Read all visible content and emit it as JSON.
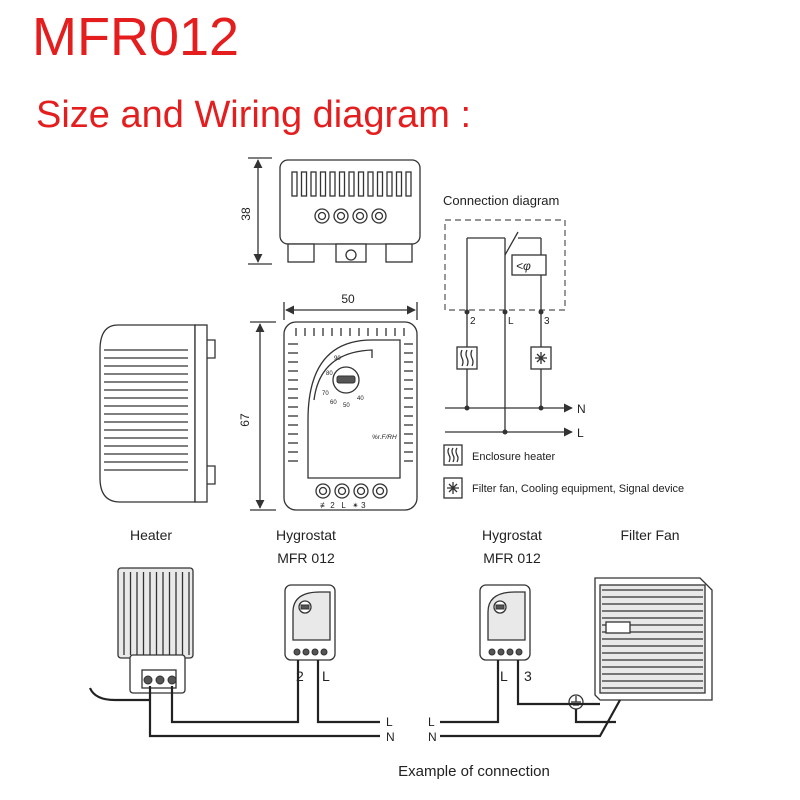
{
  "header": {
    "title": "MFR012",
    "subtitle": "Size and Wiring diagram :"
  },
  "colors": {
    "title": "#e41e1e",
    "line": "#333333"
  },
  "dimensions": {
    "height_top": "38",
    "width": "50",
    "height_front": "67"
  },
  "device": {
    "scale_labels": [
      "90",
      "80",
      "70",
      "60",
      "50",
      "40"
    ],
    "unit_label": "%r.F/RH",
    "terminal_labels": "≢ 2   L   ✴ 3"
  },
  "connection_diagram": {
    "title": "Connection diagram",
    "terminals": [
      "2",
      "L",
      "3"
    ],
    "lines": [
      "N",
      "L"
    ],
    "symbol": "<φ",
    "legend": [
      {
        "icon": "heater-symbol-icon",
        "label": "Enclosure heater"
      },
      {
        "icon": "fan-symbol-icon",
        "label": "Filter fan, Cooling equipment, Signal device"
      }
    ]
  },
  "example": {
    "heater_label": "Heater",
    "hygrostat_left": {
      "name": "Hygrostat",
      "model": "MFR 012",
      "terminals": [
        "2",
        "L"
      ]
    },
    "hygrostat_right": {
      "name": "Hygrostat",
      "model": "MFR 012",
      "terminals": [
        "L",
        "3"
      ]
    },
    "fan_label": "Filter Fan",
    "wire_labels_left": [
      "L",
      "N"
    ],
    "wire_labels_right": [
      "L",
      "N"
    ],
    "caption": "Example of connection"
  }
}
